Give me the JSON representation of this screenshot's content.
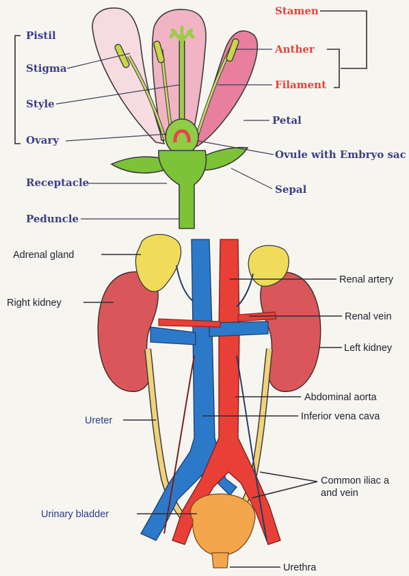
{
  "flower": {
    "labels": {
      "pistil": "Pistil",
      "stigma": "Stigma",
      "style": "Style",
      "ovary": "Ovary",
      "receptacle": "Receptacle",
      "peduncle": "Peduncle",
      "stamen": "Stamen",
      "anther": "Anther",
      "filament": "Filament",
      "petal": "Petal",
      "ovule": "Ovule with Embryo sac",
      "sepal": "Sepal"
    }
  },
  "urinary": {
    "labels": {
      "adrenal_gland": "Adrenal gland",
      "right_kidney": "Right kidney",
      "ureter": "Ureter",
      "urinary_bladder": "Urinary bladder",
      "renal_artery": "Renal artery",
      "renal_vein": "Renal vein",
      "left_kidney": "Left kidney",
      "abdominal_aorta": "Abdominal aorta",
      "inferior_vena_cava": "Inferior vena cava",
      "common_iliac_line1": "Common iliac a",
      "common_iliac_line2": "and vein",
      "urethra": "Urethra"
    }
  },
  "colors": {
    "petal": "#f3c0cc",
    "stem": "#7cc338",
    "kidney": "#d9575a",
    "adrenal": "#f0dc5a",
    "vein": "#2c79c9",
    "artery": "#e83f36",
    "ureter": "#f0d27a",
    "bladder": "#f3a64b"
  }
}
